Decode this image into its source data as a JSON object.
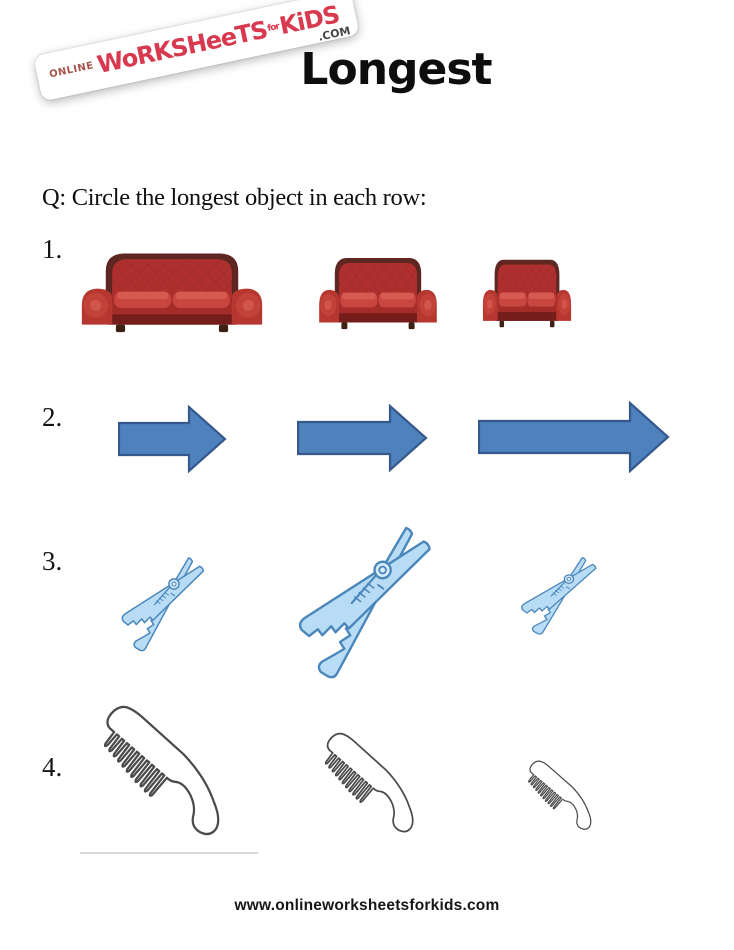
{
  "page": {
    "background": "#ffffff",
    "title": "Longest",
    "question": "Q: Circle the longest object in each row:",
    "footer": "www.onlineworksheetsforkids.com"
  },
  "logo": {
    "prefix": "ONLINE",
    "word1": "WoRKSHeeTS",
    "word2": "for",
    "word3": "KiDS",
    "suffix": ".COM",
    "text_color": "#d8394e"
  },
  "rows": [
    {
      "number": "1.",
      "object": "sofa",
      "sizes_left_to_right": [
        "large",
        "medium",
        "small"
      ]
    },
    {
      "number": "2.",
      "object": "arrow",
      "sizes_left_to_right": [
        "short",
        "medium",
        "long"
      ]
    },
    {
      "number": "3.",
      "object": "clothespin",
      "sizes_left_to_right": [
        "medium",
        "large",
        "small"
      ]
    },
    {
      "number": "4.",
      "object": "comb",
      "sizes_left_to_right": [
        "large",
        "medium",
        "small"
      ]
    }
  ],
  "colors": {
    "sofa_red": "#c2423a",
    "sofa_frame": "#5e2721",
    "arrow_fill": "#4f81bd",
    "arrow_border": "#36598c",
    "clothespin_fill": "#b8dcf5",
    "clothespin_outline": "#4a86ba",
    "comb_outline": "#4a4a4a",
    "logo_red": "#d8394e"
  }
}
